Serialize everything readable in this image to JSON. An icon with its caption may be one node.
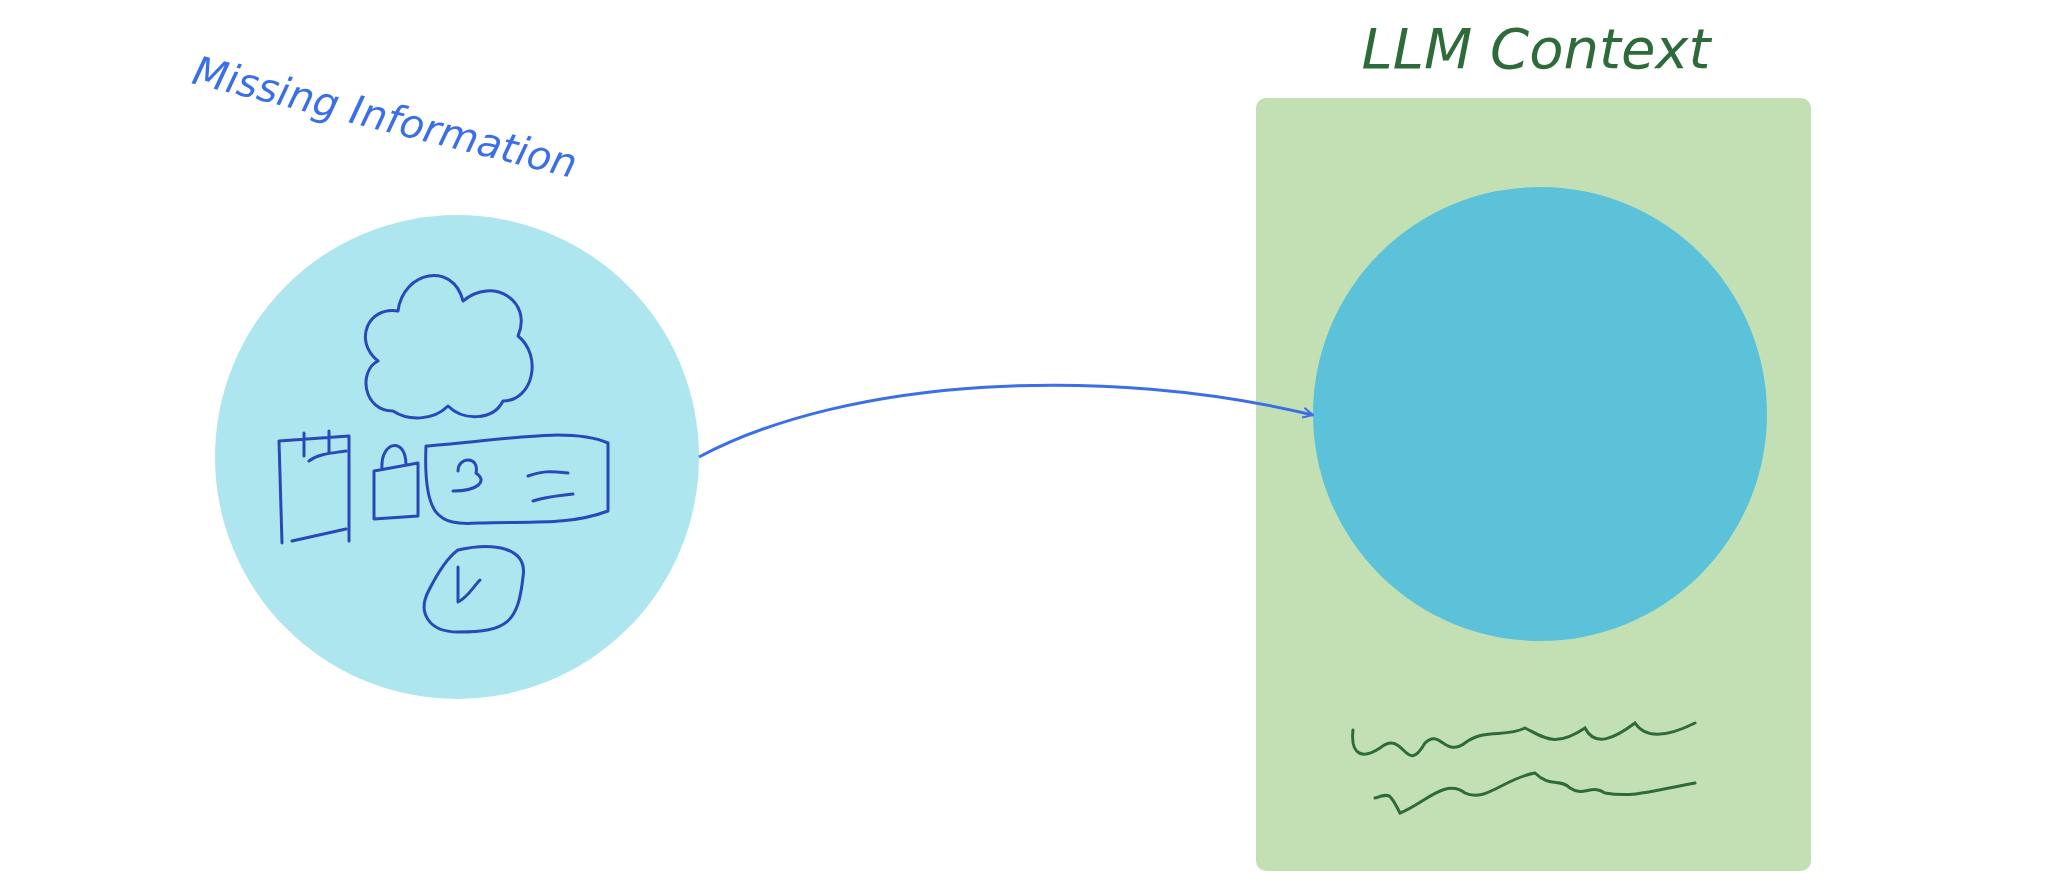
{
  "diagram": {
    "nodes": [
      {
        "text": [
          "Missing Information"
        ]
      },
      {
        "text": [
          "LLM Context"
        ]
      },
      {
        "text": [],
        "shape": "circle",
        "in": 1
      }
    ],
    "edges": [
      {
        "from": 0,
        "to": 2,
        "arrow": "to"
      }
    ]
  }
}
